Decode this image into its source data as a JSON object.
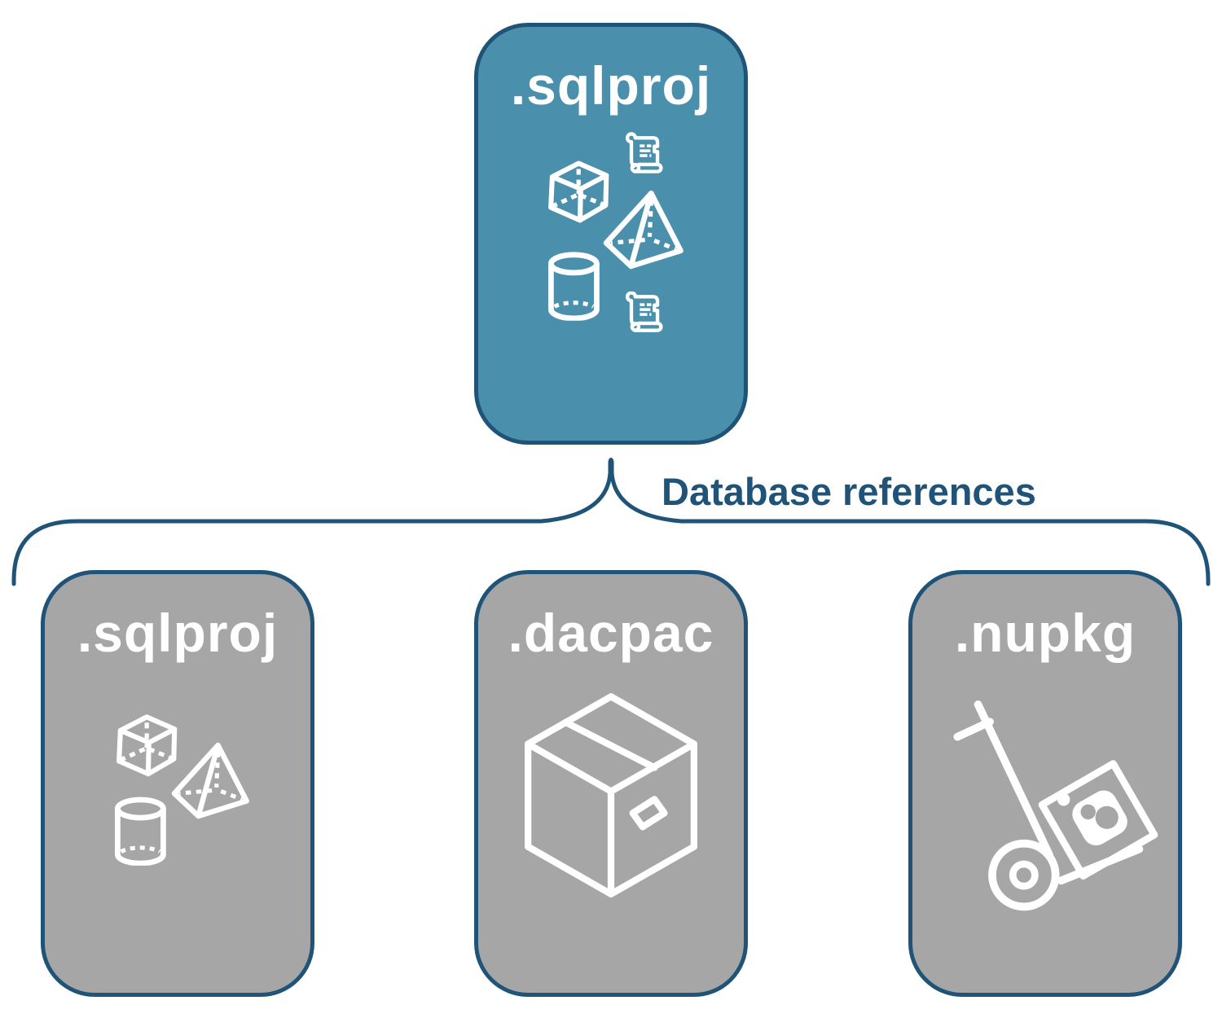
{
  "colors": {
    "accent-teal": "#4A8FAC",
    "outline-blue": "#1F5478",
    "node-gray": "#A6A6A6",
    "icon-white": "#FFFFFF",
    "canvas-bg": "#FFFFFF"
  },
  "diagram": {
    "root": {
      "label": ".sqlproj",
      "icons": [
        "scroll-icon",
        "cube-3d-icon",
        "pyramid-3d-icon",
        "cylinder-3d-icon",
        "scroll-icon"
      ]
    },
    "connector": {
      "label": "Database references"
    },
    "children": [
      {
        "label": ".sqlproj",
        "icons": [
          "cube-3d-icon",
          "pyramid-3d-icon",
          "cylinder-3d-icon"
        ]
      },
      {
        "label": ".dacpac",
        "icons": [
          "package-box-icon"
        ]
      },
      {
        "label": ".nupkg",
        "icons": [
          "nuget-handtruck-icon"
        ]
      }
    ]
  }
}
